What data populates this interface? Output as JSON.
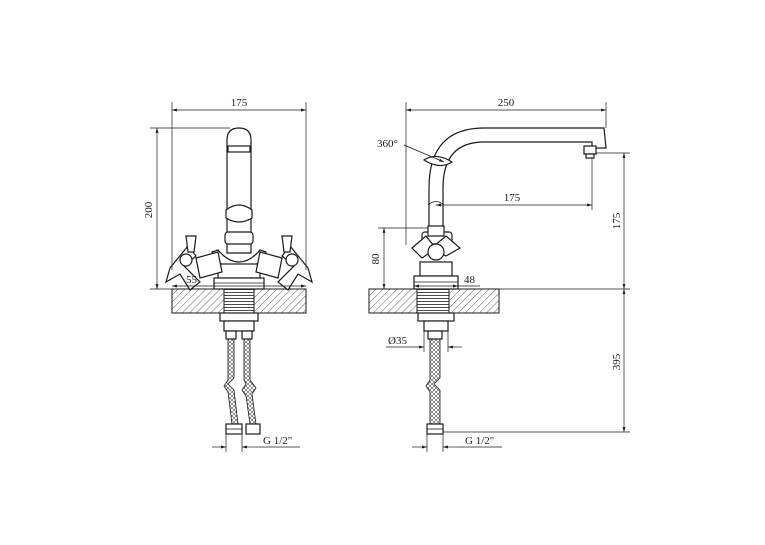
{
  "dimensions": {
    "front_width": "175",
    "front_height": "200",
    "front_spacing": "55",
    "front_thread": "G 1/2\"",
    "side_reach": "250",
    "side_rotation": "360°",
    "side_inner_reach": "175",
    "side_height": "175",
    "side_base_height": "80",
    "side_base_width": "48",
    "side_diameter": "Ø35",
    "side_hose_length": "395",
    "side_thread": "G 1/2\""
  }
}
